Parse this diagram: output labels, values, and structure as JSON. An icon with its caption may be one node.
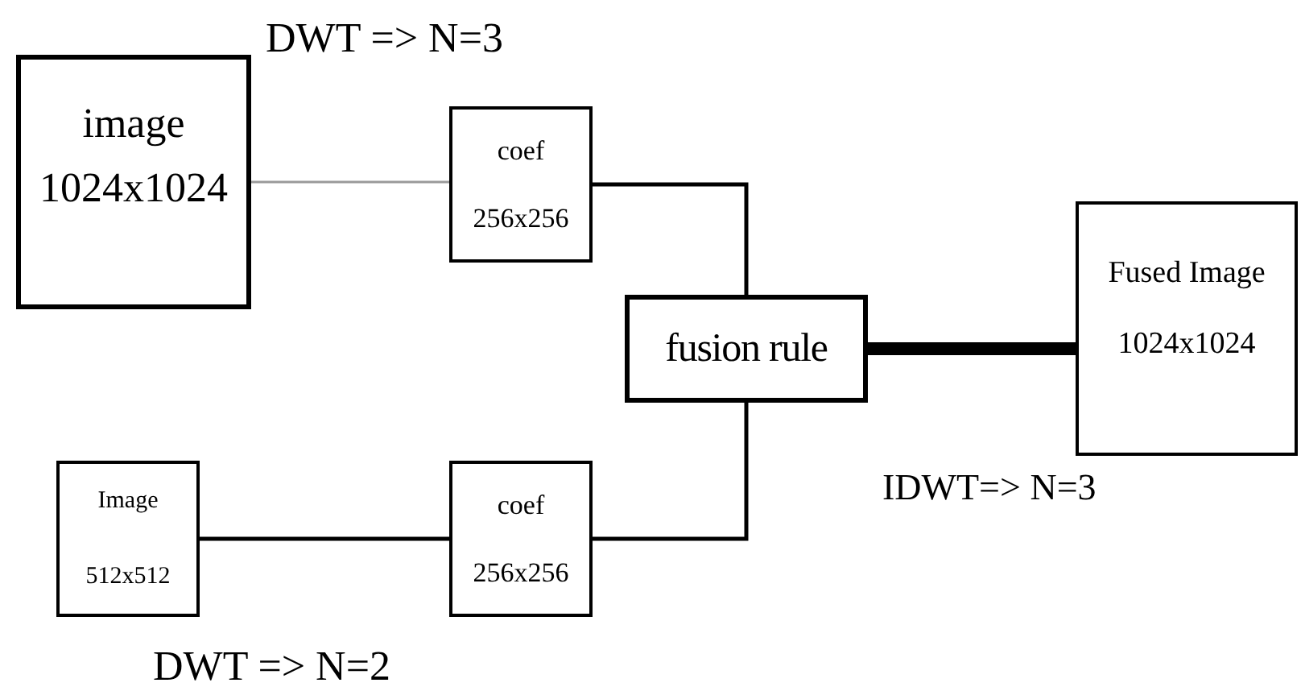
{
  "diagram": {
    "nodes": [
      {
        "text": [
          "image",
          "1024x1024"
        ]
      },
      {
        "text": [
          "coef",
          "256x256"
        ]
      },
      {
        "text": [
          "Image",
          "512x512"
        ]
      },
      {
        "text": [
          "coef",
          "256x256"
        ]
      },
      {
        "text": [
          "fusion rule"
        ]
      },
      {
        "text": [
          "Fused Image",
          "1024x1024"
        ]
      }
    ],
    "edges": [
      {
        "from": 0,
        "to": 1,
        "arrow": "none",
        "color": "#9a9a9a"
      },
      {
        "from": 2,
        "to": 3,
        "arrow": "none"
      },
      {
        "from": 1,
        "to": 4,
        "arrow": "none"
      },
      {
        "from": 3,
        "to": 4,
        "arrow": "none"
      },
      {
        "from": 4,
        "to": 5,
        "arrow": "none",
        "style": "thick"
      }
    ],
    "labels": [
      "DWT => N=3",
      "DWT => N=2",
      "IDWT=> N=3"
    ]
  }
}
